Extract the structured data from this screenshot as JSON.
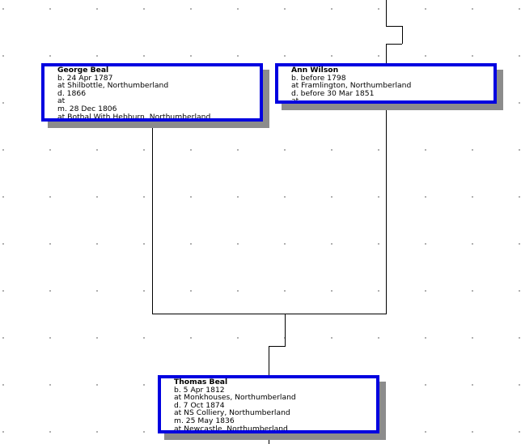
{
  "tree": {
    "persons": {
      "george": {
        "name": "George Beal",
        "lines": [
          "b. 24 Apr 1787",
          "at Shilbottle, Northumberland",
          "d. 1866",
          "at",
          "m. 28 Dec 1806",
          "at Bothal With Hebburn, Northumberland"
        ]
      },
      "ann": {
        "name": "Ann Wilson",
        "lines": [
          "b. before 1798",
          "at Framlington, Northumberland",
          "d. before 30 Mar 1851",
          "at"
        ]
      },
      "thomas": {
        "name": "Thomas Beal",
        "lines": [
          "b. 5 Apr 1812",
          "at Monkhouses, Northumberland",
          "d. 7 Oct 1874",
          "at NS Colliery, Northumberland",
          "m. 25 May 1836",
          "at Newcastle, Northumberland"
        ]
      }
    },
    "colors": {
      "card_border": "#0000e0",
      "card_shadow": "#8c8c8c",
      "connector": "#000000"
    }
  }
}
